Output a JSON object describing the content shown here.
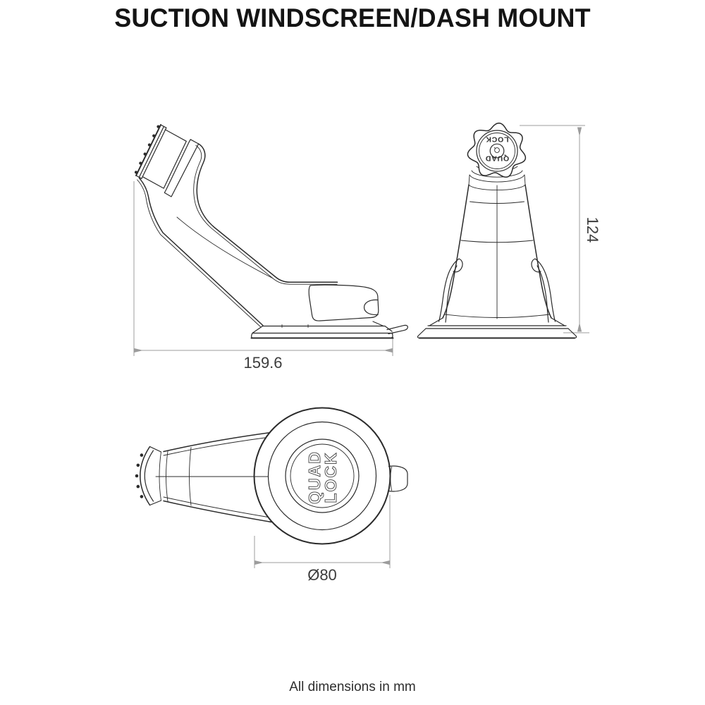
{
  "title": "SUCTION WINDSCREEN/DASH MOUNT",
  "footer_note": "All dimensions in mm",
  "brand": {
    "word1": "QUAD",
    "word2": "LOCK"
  },
  "dimensions": {
    "side_length": "159.6",
    "front_height": "124",
    "base_diameter": "Ø80"
  },
  "colors": {
    "background": "#ffffff",
    "drawing_line": "#2b2b2b",
    "dimension_line": "#9c9c9c",
    "dimension_text": "#3c3c3c",
    "title_text": "#141414"
  }
}
